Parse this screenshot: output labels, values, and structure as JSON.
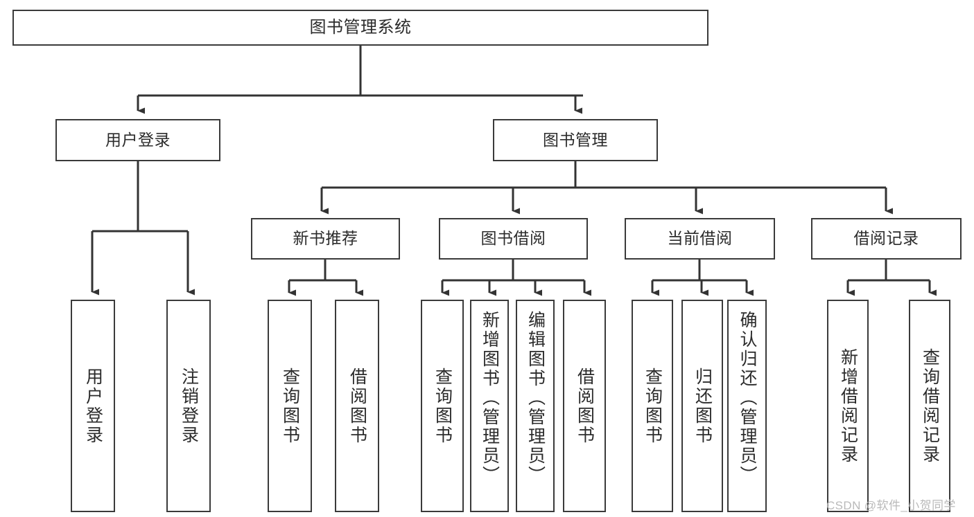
{
  "diagram": {
    "title": "图书管理系统",
    "watermark": "CSDN @软件_小贺同学",
    "colors": {
      "border": "#3a3a3a",
      "text": "#2b2b2b",
      "background": "#ffffff",
      "edge": "#333333",
      "watermark": "#b9b9b9"
    },
    "root": {
      "label": "图书管理系统"
    },
    "level2": [
      {
        "label": "用户登录"
      },
      {
        "label": "图书管理"
      }
    ],
    "level3": [
      {
        "label": "新书推荐"
      },
      {
        "label": "图书借阅"
      },
      {
        "label": "当前借阅"
      },
      {
        "label": "借阅记录"
      }
    ],
    "leaves": {
      "user_login": [
        {
          "label": "用户登录"
        },
        {
          "label": "注销登录"
        }
      ],
      "new_book_recommend": [
        {
          "label": "查询图书"
        },
        {
          "label": "借阅图书"
        }
      ],
      "book_borrow": [
        {
          "label": "查询图书"
        },
        {
          "label": "新增图书（管理员）"
        },
        {
          "label": "编辑图书（管理员）"
        },
        {
          "label": "借阅图书"
        }
      ],
      "current_borrow": [
        {
          "label": "查询图书"
        },
        {
          "label": "归还图书"
        },
        {
          "label": "确认归还（管理员）"
        }
      ],
      "borrow_record": [
        {
          "label": "新增借阅记录"
        },
        {
          "label": "查询借阅记录"
        }
      ]
    }
  }
}
